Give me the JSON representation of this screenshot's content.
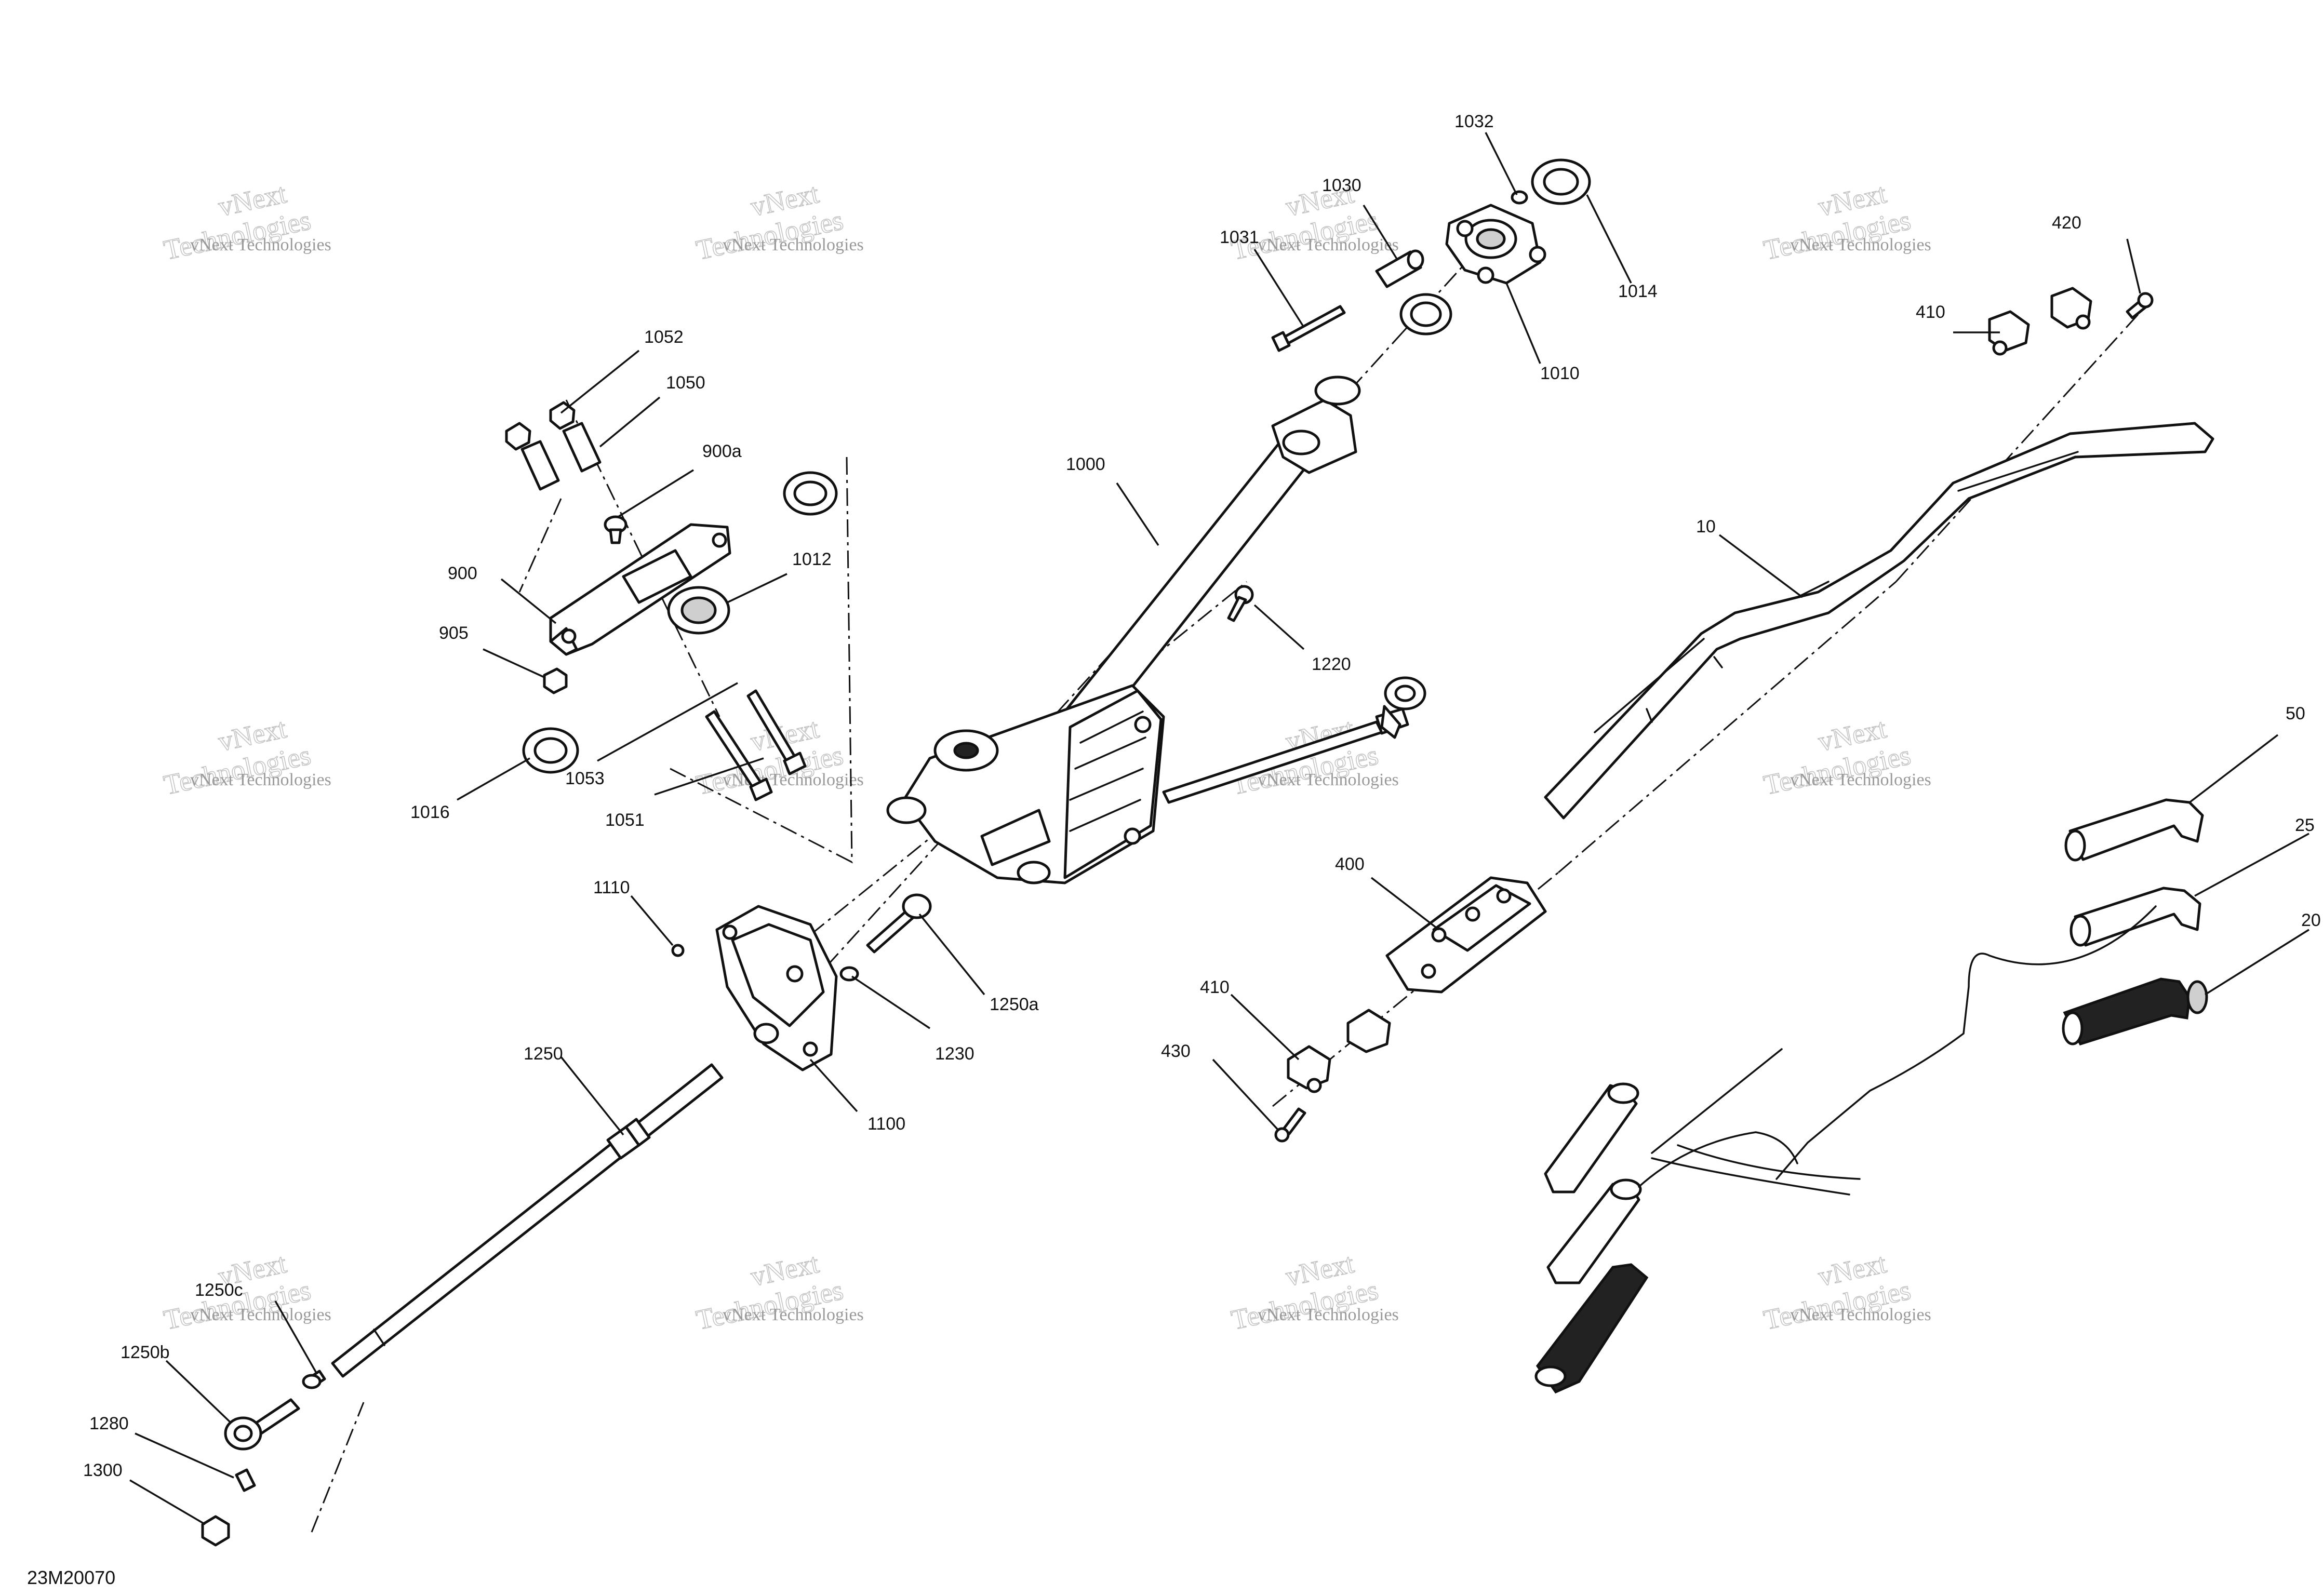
{
  "diagram_id": "23M20070",
  "watermark": {
    "line1": "vNext",
    "line2": "vNext Technologies",
    "line3": "Technologies",
    "color": "#9a9a9a"
  },
  "callouts": [
    {
      "id": "1032",
      "label": "1032"
    },
    {
      "id": "1030",
      "label": "1030"
    },
    {
      "id": "1031",
      "label": "1031"
    },
    {
      "id": "1014",
      "label": "1014"
    },
    {
      "id": "1010",
      "label": "1010"
    },
    {
      "id": "420",
      "label": "420"
    },
    {
      "id": "410-top",
      "label": "410"
    },
    {
      "id": "1052",
      "label": "1052"
    },
    {
      "id": "1050",
      "label": "1050"
    },
    {
      "id": "900a",
      "label": "900a"
    },
    {
      "id": "1000",
      "label": "1000"
    },
    {
      "id": "1012",
      "label": "1012"
    },
    {
      "id": "900",
      "label": "900"
    },
    {
      "id": "905",
      "label": "905"
    },
    {
      "id": "10",
      "label": "10"
    },
    {
      "id": "1220",
      "label": "1220"
    },
    {
      "id": "1016",
      "label": "1016"
    },
    {
      "id": "1053",
      "label": "1053"
    },
    {
      "id": "1051",
      "label": "1051"
    },
    {
      "id": "50",
      "label": "50"
    },
    {
      "id": "25",
      "label": "25"
    },
    {
      "id": "400",
      "label": "400"
    },
    {
      "id": "20",
      "label": "20"
    },
    {
      "id": "1110",
      "label": "1110"
    },
    {
      "id": "1250a",
      "label": "1250a"
    },
    {
      "id": "410-bottom",
      "label": "410"
    },
    {
      "id": "1230",
      "label": "1230"
    },
    {
      "id": "1250",
      "label": "1250"
    },
    {
      "id": "430",
      "label": "430"
    },
    {
      "id": "1100",
      "label": "1100"
    },
    {
      "id": "1250c",
      "label": "1250c"
    },
    {
      "id": "1250b",
      "label": "1250b"
    },
    {
      "id": "1280",
      "label": "1280"
    },
    {
      "id": "1300",
      "label": "1300"
    }
  ]
}
